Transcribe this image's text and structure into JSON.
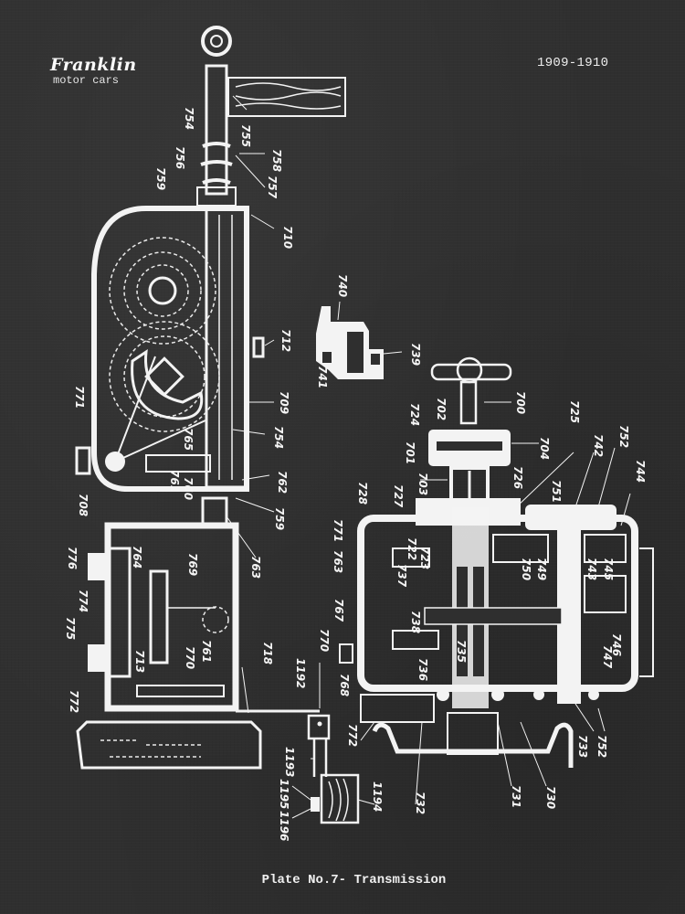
{
  "header": {
    "brand_name": "Franklin",
    "brand_subtitle": "motor cars",
    "years": "1909-1910"
  },
  "footer": {
    "plate_title": "Plate No.7- Transmission"
  },
  "colors": {
    "background": "#2f2f2f",
    "ink": "#f3f3f3"
  },
  "part_labels": {
    "steering_column": [
      "754",
      "755",
      "756",
      "757",
      "758",
      "759",
      "710"
    ],
    "upper_gearbox": [
      "771",
      "712",
      "709",
      "754",
      "765",
      "762",
      "761",
      "760",
      "708",
      "759",
      "763"
    ],
    "bracket_detail": [
      "740",
      "739",
      "741"
    ],
    "lower_left_housing": [
      "776",
      "774",
      "775",
      "764",
      "769",
      "761",
      "770",
      "713",
      "772",
      "718",
      "1192"
    ],
    "linkage": [
      "1193",
      "1194",
      "1195",
      "1196"
    ],
    "shift_lever": [
      "700",
      "702",
      "724",
      "701",
      "704",
      "703"
    ],
    "main_transmission": [
      "725",
      "742",
      "752",
      "744",
      "726",
      "751",
      "728",
      "727",
      "771",
      "763",
      "722",
      "723",
      "737",
      "750",
      "749",
      "743",
      "745",
      "767",
      "770",
      "738",
      "735",
      "746",
      "747",
      "768",
      "736",
      "772",
      "732",
      "731",
      "730",
      "733",
      "752"
    ]
  }
}
